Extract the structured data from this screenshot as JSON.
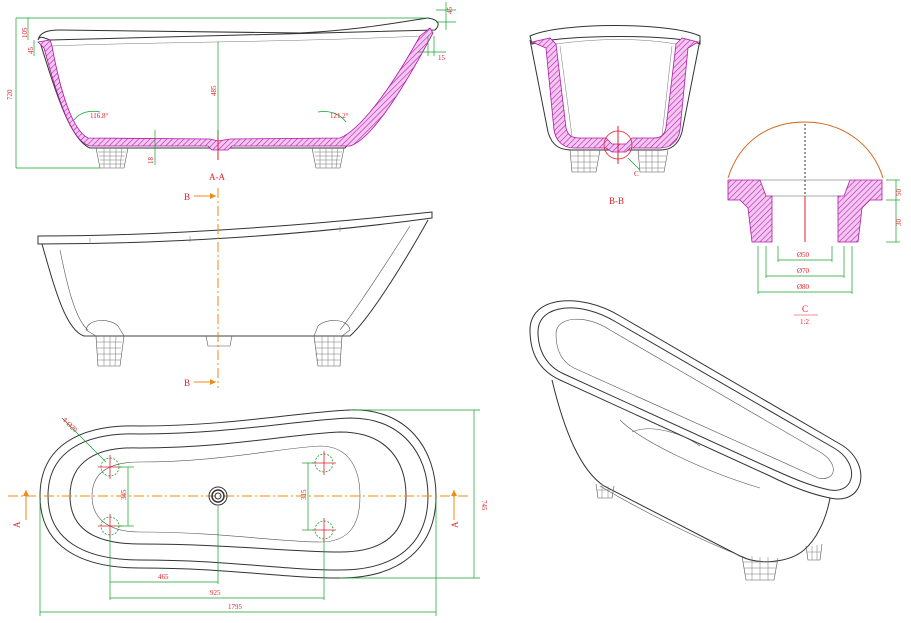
{
  "views": {
    "section_aa": {
      "label": "A-A"
    },
    "section_bb": {
      "label": "B-B"
    },
    "detail_c": {
      "label": "C",
      "scale": "1:2",
      "marker": "C"
    }
  },
  "section_marks": {
    "b": "B",
    "a": "A"
  },
  "dimensions": {
    "height_total": "720",
    "rim_overhang": "15",
    "rim_top": "105",
    "rim_side": "45",
    "depth": "485",
    "base_thickness": "18",
    "angle_left": "116.8°",
    "angle_right": "121.2°",
    "detail_h1": "50",
    "detail_h2": "30",
    "dia_inner": "Ø50",
    "dia_mid": "Ø70",
    "dia_outer": "Ø80",
    "hole_note": "4-Ø20",
    "leg_pitch_left": "345",
    "leg_pitch_right": "315",
    "drain_offset": "465",
    "leg_span": "925",
    "length_total": "1795",
    "width_total": "745"
  }
}
